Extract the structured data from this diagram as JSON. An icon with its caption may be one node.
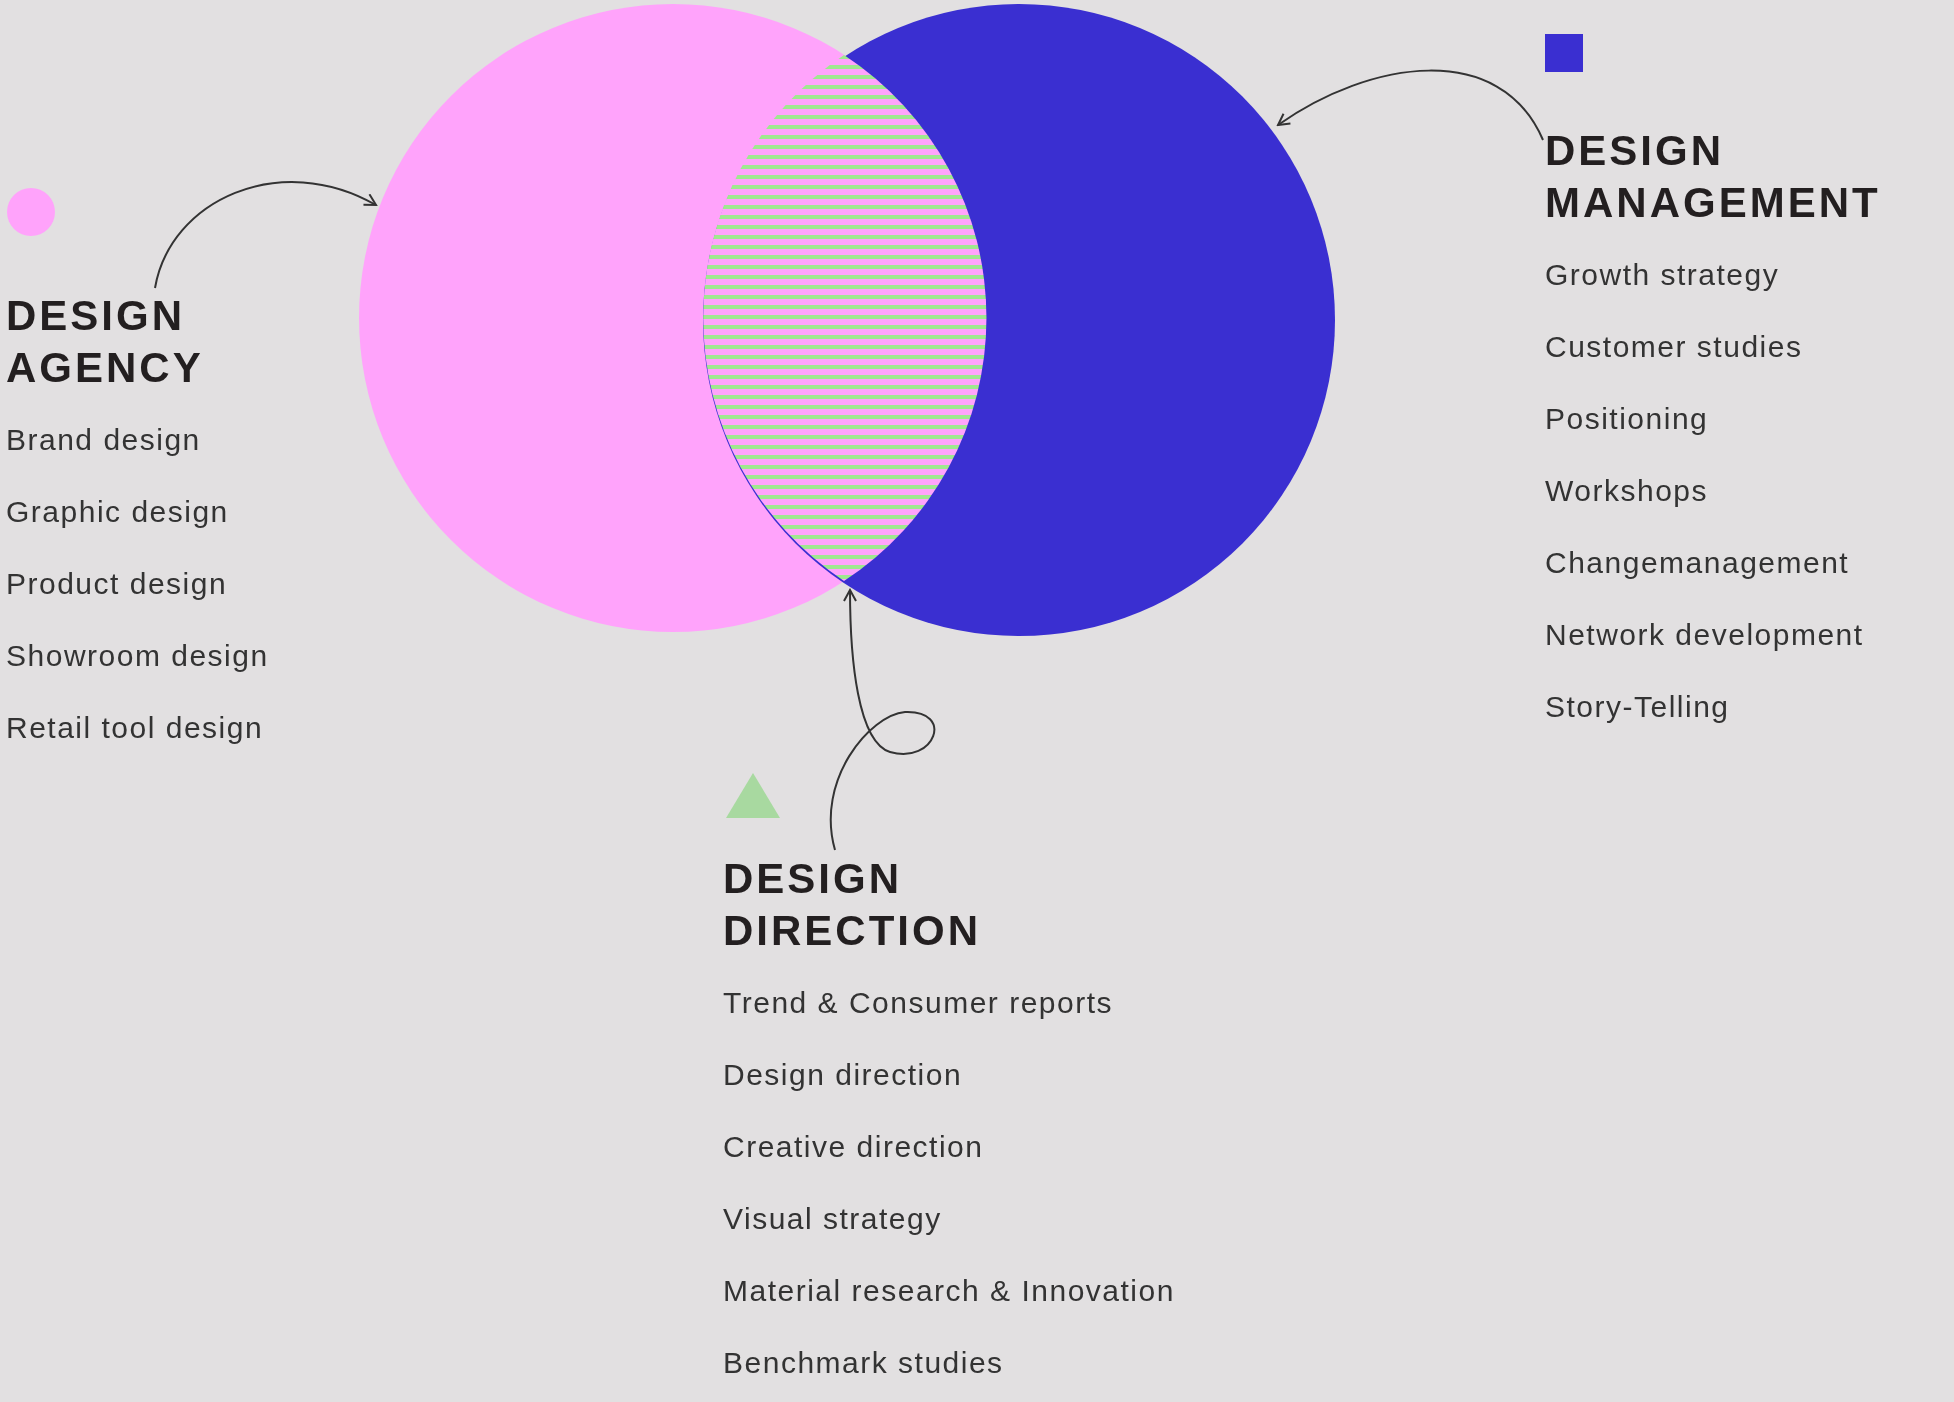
{
  "diagram": {
    "nodes": [
      {
        "text": [],
        "shape": "circle"
      },
      {
        "text": [],
        "shape": "circle"
      },
      {
        "text": [],
        "shape": "lens"
      },
      {
        "text": [
          "DESIGN AGENCY",
          "Brand design",
          "Graphic design",
          "Product design",
          "Showroom design",
          "Retail tool design"
        ]
      },
      {
        "text": [
          "DESIGN MANAGEMENT",
          "Growth strategy",
          "Customer studies",
          "Positioning",
          "Workshops",
          "Changemanagement",
          "Network development",
          "Story-Telling"
        ]
      },
      {
        "text": [
          "DESIGN DIRECTION",
          "Trend & Consumer reports",
          "Design direction",
          "Creative direction",
          "Visual strategy",
          "Material research & Innovation",
          "Benchmark studies"
        ]
      }
    ],
    "edges": [
      {
        "from": 3,
        "to": 0,
        "arrow": "to"
      },
      {
        "from": 4,
        "to": 1,
        "arrow": "to"
      },
      {
        "from": 5,
        "to": 2,
        "arrow": "to"
      }
    ]
  }
}
